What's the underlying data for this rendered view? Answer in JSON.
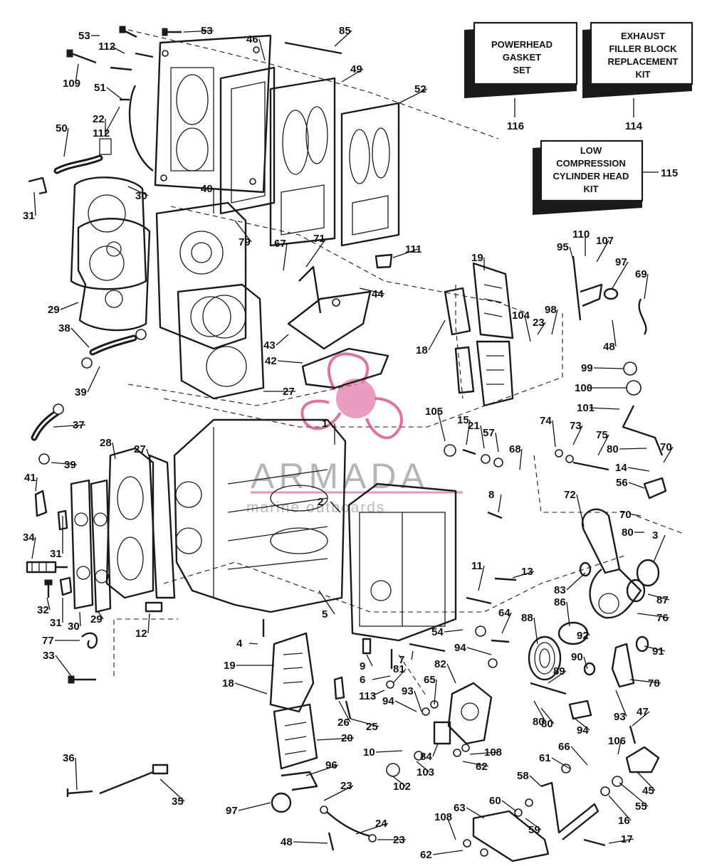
{
  "kits": [
    {
      "id": "powerhead",
      "lines": [
        "POWERHEAD",
        "GASKET",
        "SET"
      ],
      "number": "116"
    },
    {
      "id": "exhaust",
      "lines": [
        "EXHAUST",
        "FILLER BLOCK",
        "REPLACEMENT",
        "KIT"
      ],
      "number": "114"
    },
    {
      "id": "cylinder-head",
      "lines": [
        "LOW",
        "COMPRESSION",
        "CYLINDER HEAD",
        "KIT"
      ],
      "number": "115"
    }
  ],
  "watermark": {
    "brand": "ARMADA",
    "tagline": "marine outboards",
    "accent": "#d94f8c"
  },
  "callouts": [
    "53",
    "53",
    "112",
    "85",
    "109",
    "46",
    "49",
    "51",
    "52",
    "22",
    "112",
    "50",
    "31",
    "30",
    "40",
    "79",
    "67",
    "71",
    "111",
    "95",
    "110",
    "107",
    "97",
    "69",
    "19",
    "44",
    "29",
    "38",
    "43",
    "42",
    "104",
    "23",
    "98",
    "48",
    "18",
    "39",
    "27",
    "99",
    "100",
    "101",
    "37",
    "1",
    "105",
    "15",
    "21",
    "57",
    "74",
    "73",
    "75",
    "80",
    "70",
    "14",
    "56",
    "68",
    "2",
    "28",
    "27",
    "39",
    "41",
    "8",
    "72",
    "70",
    "80",
    "3",
    "34",
    "31",
    "11",
    "13",
    "83",
    "87",
    "76",
    "86",
    "88",
    "32",
    "31",
    "30",
    "29",
    "12",
    "5",
    "64",
    "54",
    "92",
    "91",
    "90",
    "4",
    "94",
    "7",
    "9",
    "6",
    "82",
    "89",
    "77",
    "78",
    "19",
    "33",
    "18",
    "113",
    "93",
    "65",
    "94",
    "93",
    "80",
    "81",
    "26",
    "25",
    "80",
    "94",
    "20",
    "106",
    "47",
    "10",
    "84",
    "108",
    "66",
    "103",
    "62",
    "61",
    "36",
    "45",
    "96",
    "102",
    "58",
    "55",
    "23",
    "60",
    "63",
    "16",
    "97",
    "59",
    "35",
    "24",
    "108",
    "48",
    "23",
    "17",
    "62"
  ],
  "colors": {
    "ink": "#1a1a1a",
    "background": "#ffffff",
    "watermark_pink": "#d94f8c"
  }
}
